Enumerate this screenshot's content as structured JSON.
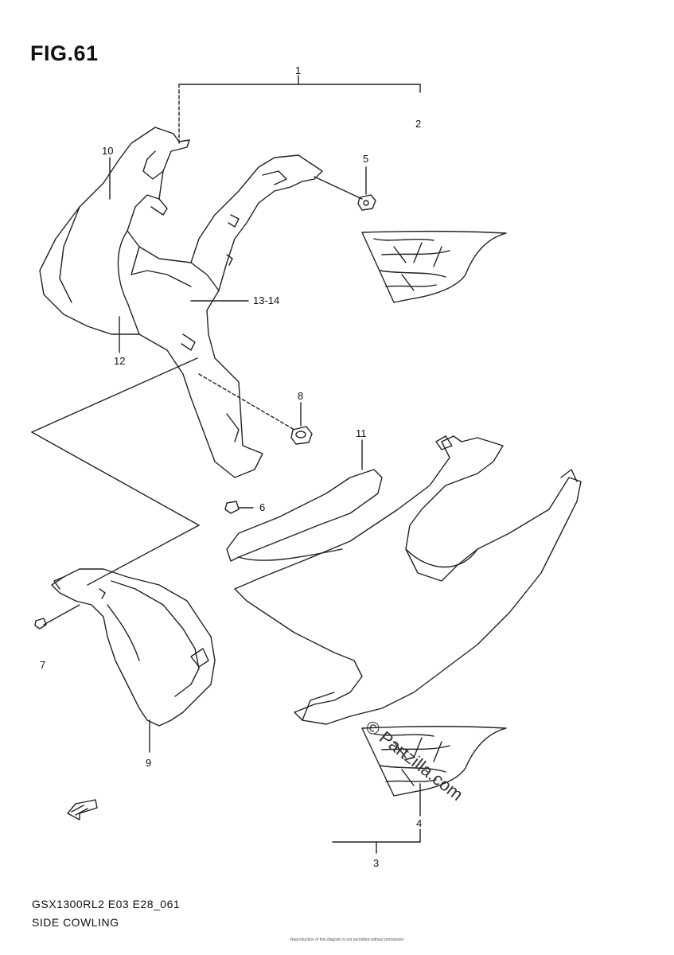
{
  "figure": {
    "title": "FIG.61"
  },
  "callouts": {
    "c1": "1",
    "c2": "2",
    "c3": "3",
    "c4": "4",
    "c5": "5",
    "c6": "6",
    "c7": "7",
    "c8": "8",
    "c9": "9",
    "c10": "10",
    "c11": "11",
    "c12": "12",
    "c13_14": "13-14"
  },
  "footer": {
    "model_code": "GSX1300RL2 E03 E28_061",
    "caption": "SIDE COWLING"
  },
  "watermark": {
    "text": "© Partzilla.com"
  },
  "fine_print": {
    "text": "Reproduction of this diagram is not permitted without permission"
  },
  "fwd_icon": {
    "label": "FWD"
  }
}
